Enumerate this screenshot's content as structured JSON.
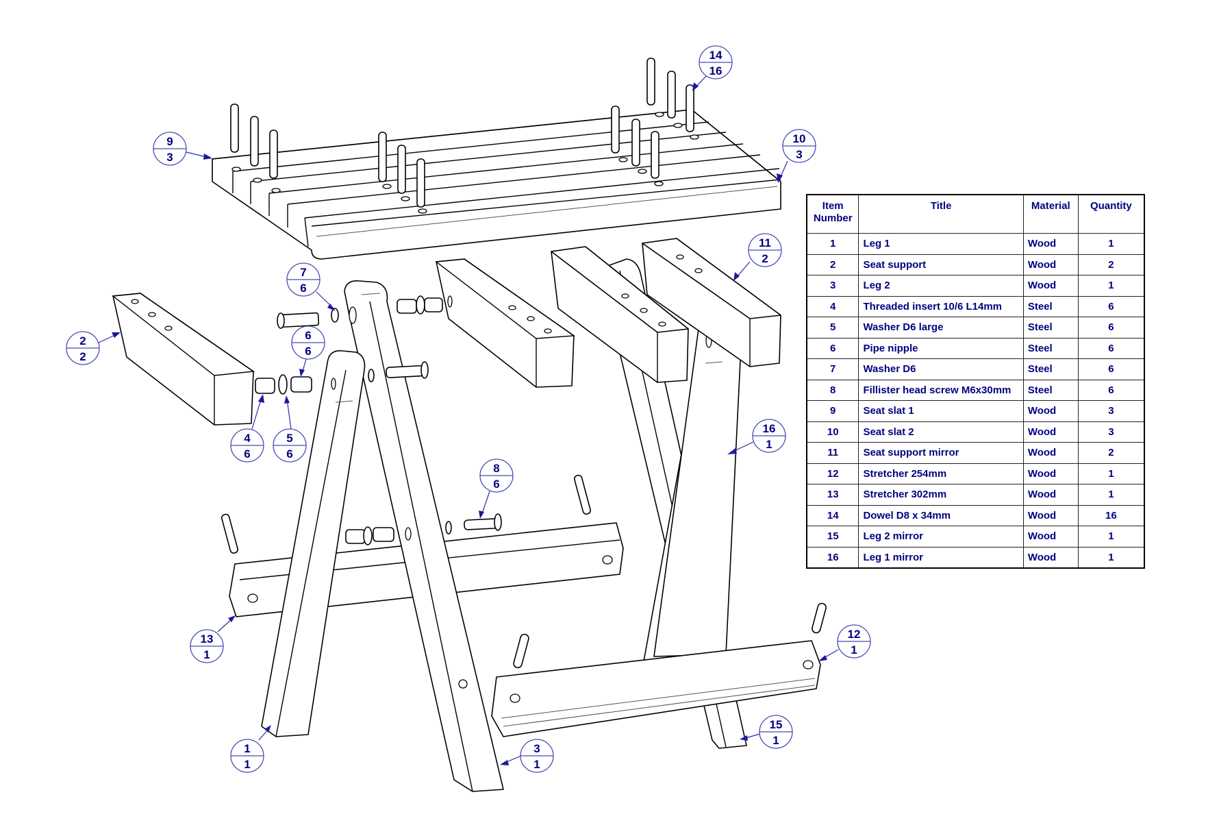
{
  "drawing": {
    "title": "Folding stool exploded assembly",
    "balloons": [
      {
        "item": "1",
        "qty": "1",
        "points_to": "Leg 1"
      },
      {
        "item": "2",
        "qty": "2",
        "points_to": "Seat support"
      },
      {
        "item": "3",
        "qty": "1",
        "points_to": "Leg 2"
      },
      {
        "item": "4",
        "qty": "6",
        "points_to": "Threaded insert"
      },
      {
        "item": "5",
        "qty": "6",
        "points_to": "Washer D6 large"
      },
      {
        "item": "6",
        "qty": "6",
        "points_to": "Pipe nipple"
      },
      {
        "item": "7",
        "qty": "6",
        "points_to": "Washer D6"
      },
      {
        "item": "8",
        "qty": "6",
        "points_to": "Fillister head screw"
      },
      {
        "item": "9",
        "qty": "3",
        "points_to": "Seat slat 1"
      },
      {
        "item": "10",
        "qty": "3",
        "points_to": "Seat slat 2"
      },
      {
        "item": "11",
        "qty": "2",
        "points_to": "Seat support mirror"
      },
      {
        "item": "12",
        "qty": "1",
        "points_to": "Stretcher 254mm"
      },
      {
        "item": "13",
        "qty": "1",
        "points_to": "Stretcher 302mm"
      },
      {
        "item": "14",
        "qty": "16",
        "points_to": "Dowel"
      },
      {
        "item": "15",
        "qty": "1",
        "points_to": "Leg 2 mirror"
      },
      {
        "item": "16",
        "qty": "1",
        "points_to": "Leg 1 mirror"
      }
    ]
  },
  "bom": {
    "headers": {
      "item_line1": "Item",
      "item_line2": "Number",
      "title": "Title",
      "material": "Material",
      "quantity": "Quantity"
    },
    "rows": [
      {
        "item": "1",
        "title": "Leg 1",
        "material": "Wood",
        "quantity": "1"
      },
      {
        "item": "2",
        "title": "Seat support",
        "material": "Wood",
        "quantity": "2"
      },
      {
        "item": "3",
        "title": "Leg 2",
        "material": "Wood",
        "quantity": "1"
      },
      {
        "item": "4",
        "title": "Threaded insert 10/6 L14mm",
        "material": "Steel",
        "quantity": "6"
      },
      {
        "item": "5",
        "title": "Washer D6 large",
        "material": "Steel",
        "quantity": "6"
      },
      {
        "item": "6",
        "title": "Pipe nipple",
        "material": "Steel",
        "quantity": "6"
      },
      {
        "item": "7",
        "title": "Washer D6",
        "material": "Steel",
        "quantity": "6"
      },
      {
        "item": "8",
        "title": "Fillister head screw M6x30mm",
        "material": "Steel",
        "quantity": "6"
      },
      {
        "item": "9",
        "title": "Seat slat 1",
        "material": "Wood",
        "quantity": "3"
      },
      {
        "item": "10",
        "title": "Seat slat 2",
        "material": "Wood",
        "quantity": "3"
      },
      {
        "item": "11",
        "title": "Seat support mirror",
        "material": "Wood",
        "quantity": "2"
      },
      {
        "item": "12",
        "title": "Stretcher 254mm",
        "material": "Wood",
        "quantity": "1"
      },
      {
        "item": "13",
        "title": "Stretcher 302mm",
        "material": "Wood",
        "quantity": "1"
      },
      {
        "item": "14",
        "title": "Dowel D8 x 34mm",
        "material": "Wood",
        "quantity": "16"
      },
      {
        "item": "15",
        "title": "Leg 2 mirror",
        "material": "Wood",
        "quantity": "1"
      },
      {
        "item": "16",
        "title": "Leg 1 mirror",
        "material": "Wood",
        "quantity": "1"
      }
    ]
  }
}
